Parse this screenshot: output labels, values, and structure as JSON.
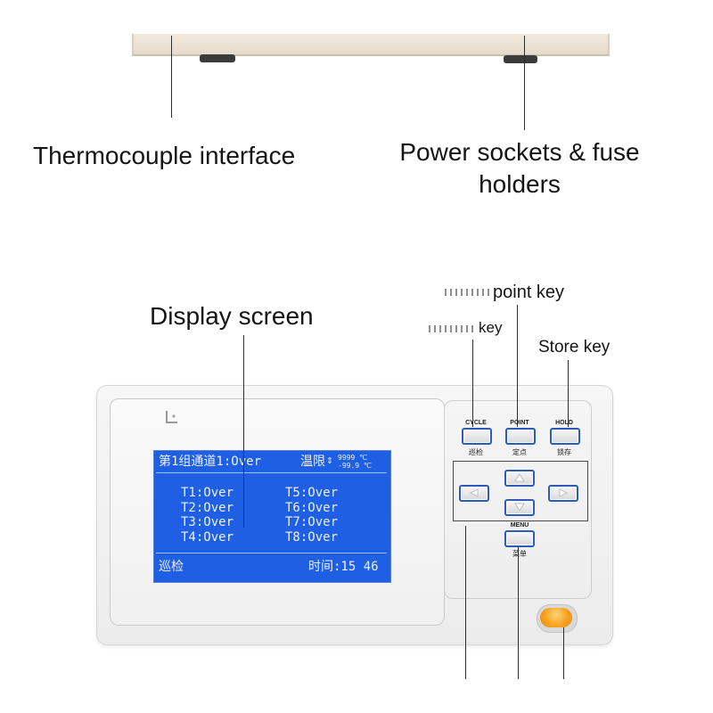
{
  "callouts": {
    "thermocouple": "Thermocouple interface",
    "power": {
      "line1": "Power sockets & fuse",
      "line2": "holders"
    },
    "display": "Display screen",
    "point_key": "point key",
    "cycle_key": "key",
    "store_key": "Store key"
  },
  "lcd": {
    "header_left": "第1组通道1:Over",
    "temp_label": "温限",
    "temp_high": "9999",
    "temp_low": "-99.9",
    "temp_unit": "℃",
    "channels": [
      "T1:Over",
      "T2:Over",
      "T3:Over",
      "T4:Over",
      "T5:Over",
      "T6:Over",
      "T7:Over",
      "T8:Over"
    ],
    "mode": "巡检",
    "time": "时间:15 46"
  },
  "keys": {
    "cycle": {
      "label": "CYCLE",
      "sub": "巡检"
    },
    "point": {
      "label": "POINT",
      "sub": "定点"
    },
    "hold": {
      "label": "HOLD",
      "sub": "锁存"
    },
    "menu": {
      "label": "MENU",
      "sub": "菜单"
    }
  },
  "icons": {
    "up": "up-arrow-icon",
    "down": "down-arrow-icon",
    "left": "left-arrow-icon",
    "right": "right-arrow-icon",
    "temp_range": "up-down-arrow-icon",
    "logo": "brand-logo",
    "power": "power-button"
  },
  "colors": {
    "lcd_background": "#1f5fe4",
    "key_border": "#2c5cb8",
    "power_button": "#f5a21f",
    "device_body": "#f2f2f2",
    "top_panel": "#ece3d5"
  }
}
